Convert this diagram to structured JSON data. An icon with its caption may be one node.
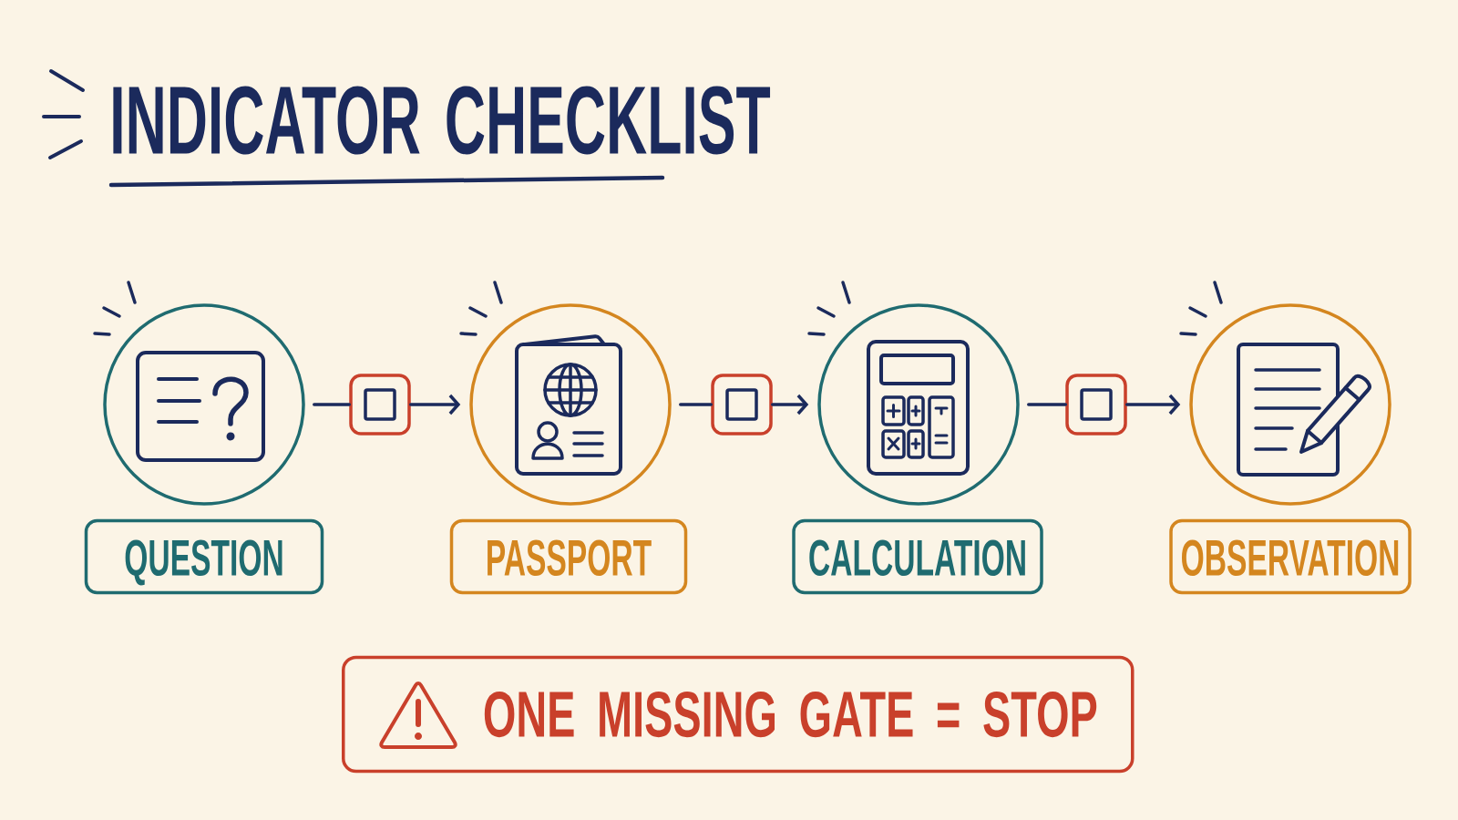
{
  "diagram": {
    "title": "INDICATOR CHECKLIST",
    "nodes": [
      {
        "text": [],
        "shape": "circle"
      },
      {
        "text": [
          "QUESTION"
        ]
      },
      {
        "text": [],
        "shape": "box"
      },
      {
        "text": [],
        "shape": "circle"
      },
      {
        "text": [
          "PASSPORT"
        ]
      },
      {
        "text": [],
        "shape": "box"
      },
      {
        "text": [],
        "shape": "circle"
      },
      {
        "text": [
          "CALCULATION"
        ]
      },
      {
        "text": [],
        "shape": "box"
      },
      {
        "text": [],
        "shape": "circle"
      },
      {
        "text": [
          "OBSERVATION"
        ]
      },
      {
        "text": [
          "ONE MISSING GATE = STOP"
        ]
      }
    ],
    "edges": [
      {
        "from": 0,
        "to": 2,
        "arrow": "none"
      },
      {
        "from": 2,
        "to": 3,
        "arrow": "to"
      },
      {
        "from": 3,
        "to": 5,
        "arrow": "none"
      },
      {
        "from": 5,
        "to": 6,
        "arrow": "to"
      },
      {
        "from": 6,
        "to": 8,
        "arrow": "none"
      },
      {
        "from": 8,
        "to": 9,
        "arrow": "to"
      }
    ]
  }
}
